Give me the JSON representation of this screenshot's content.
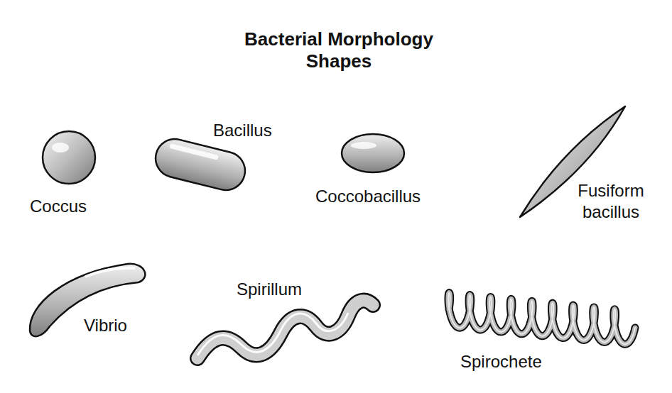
{
  "diagram": {
    "title": "Bacterial Morphology Shapes",
    "labels": [
      "Coccus",
      "Bacillus",
      "Coccobacillus",
      "Fusiform bacillus",
      "Vibrio",
      "Spirillum",
      "Spirochete"
    ]
  }
}
